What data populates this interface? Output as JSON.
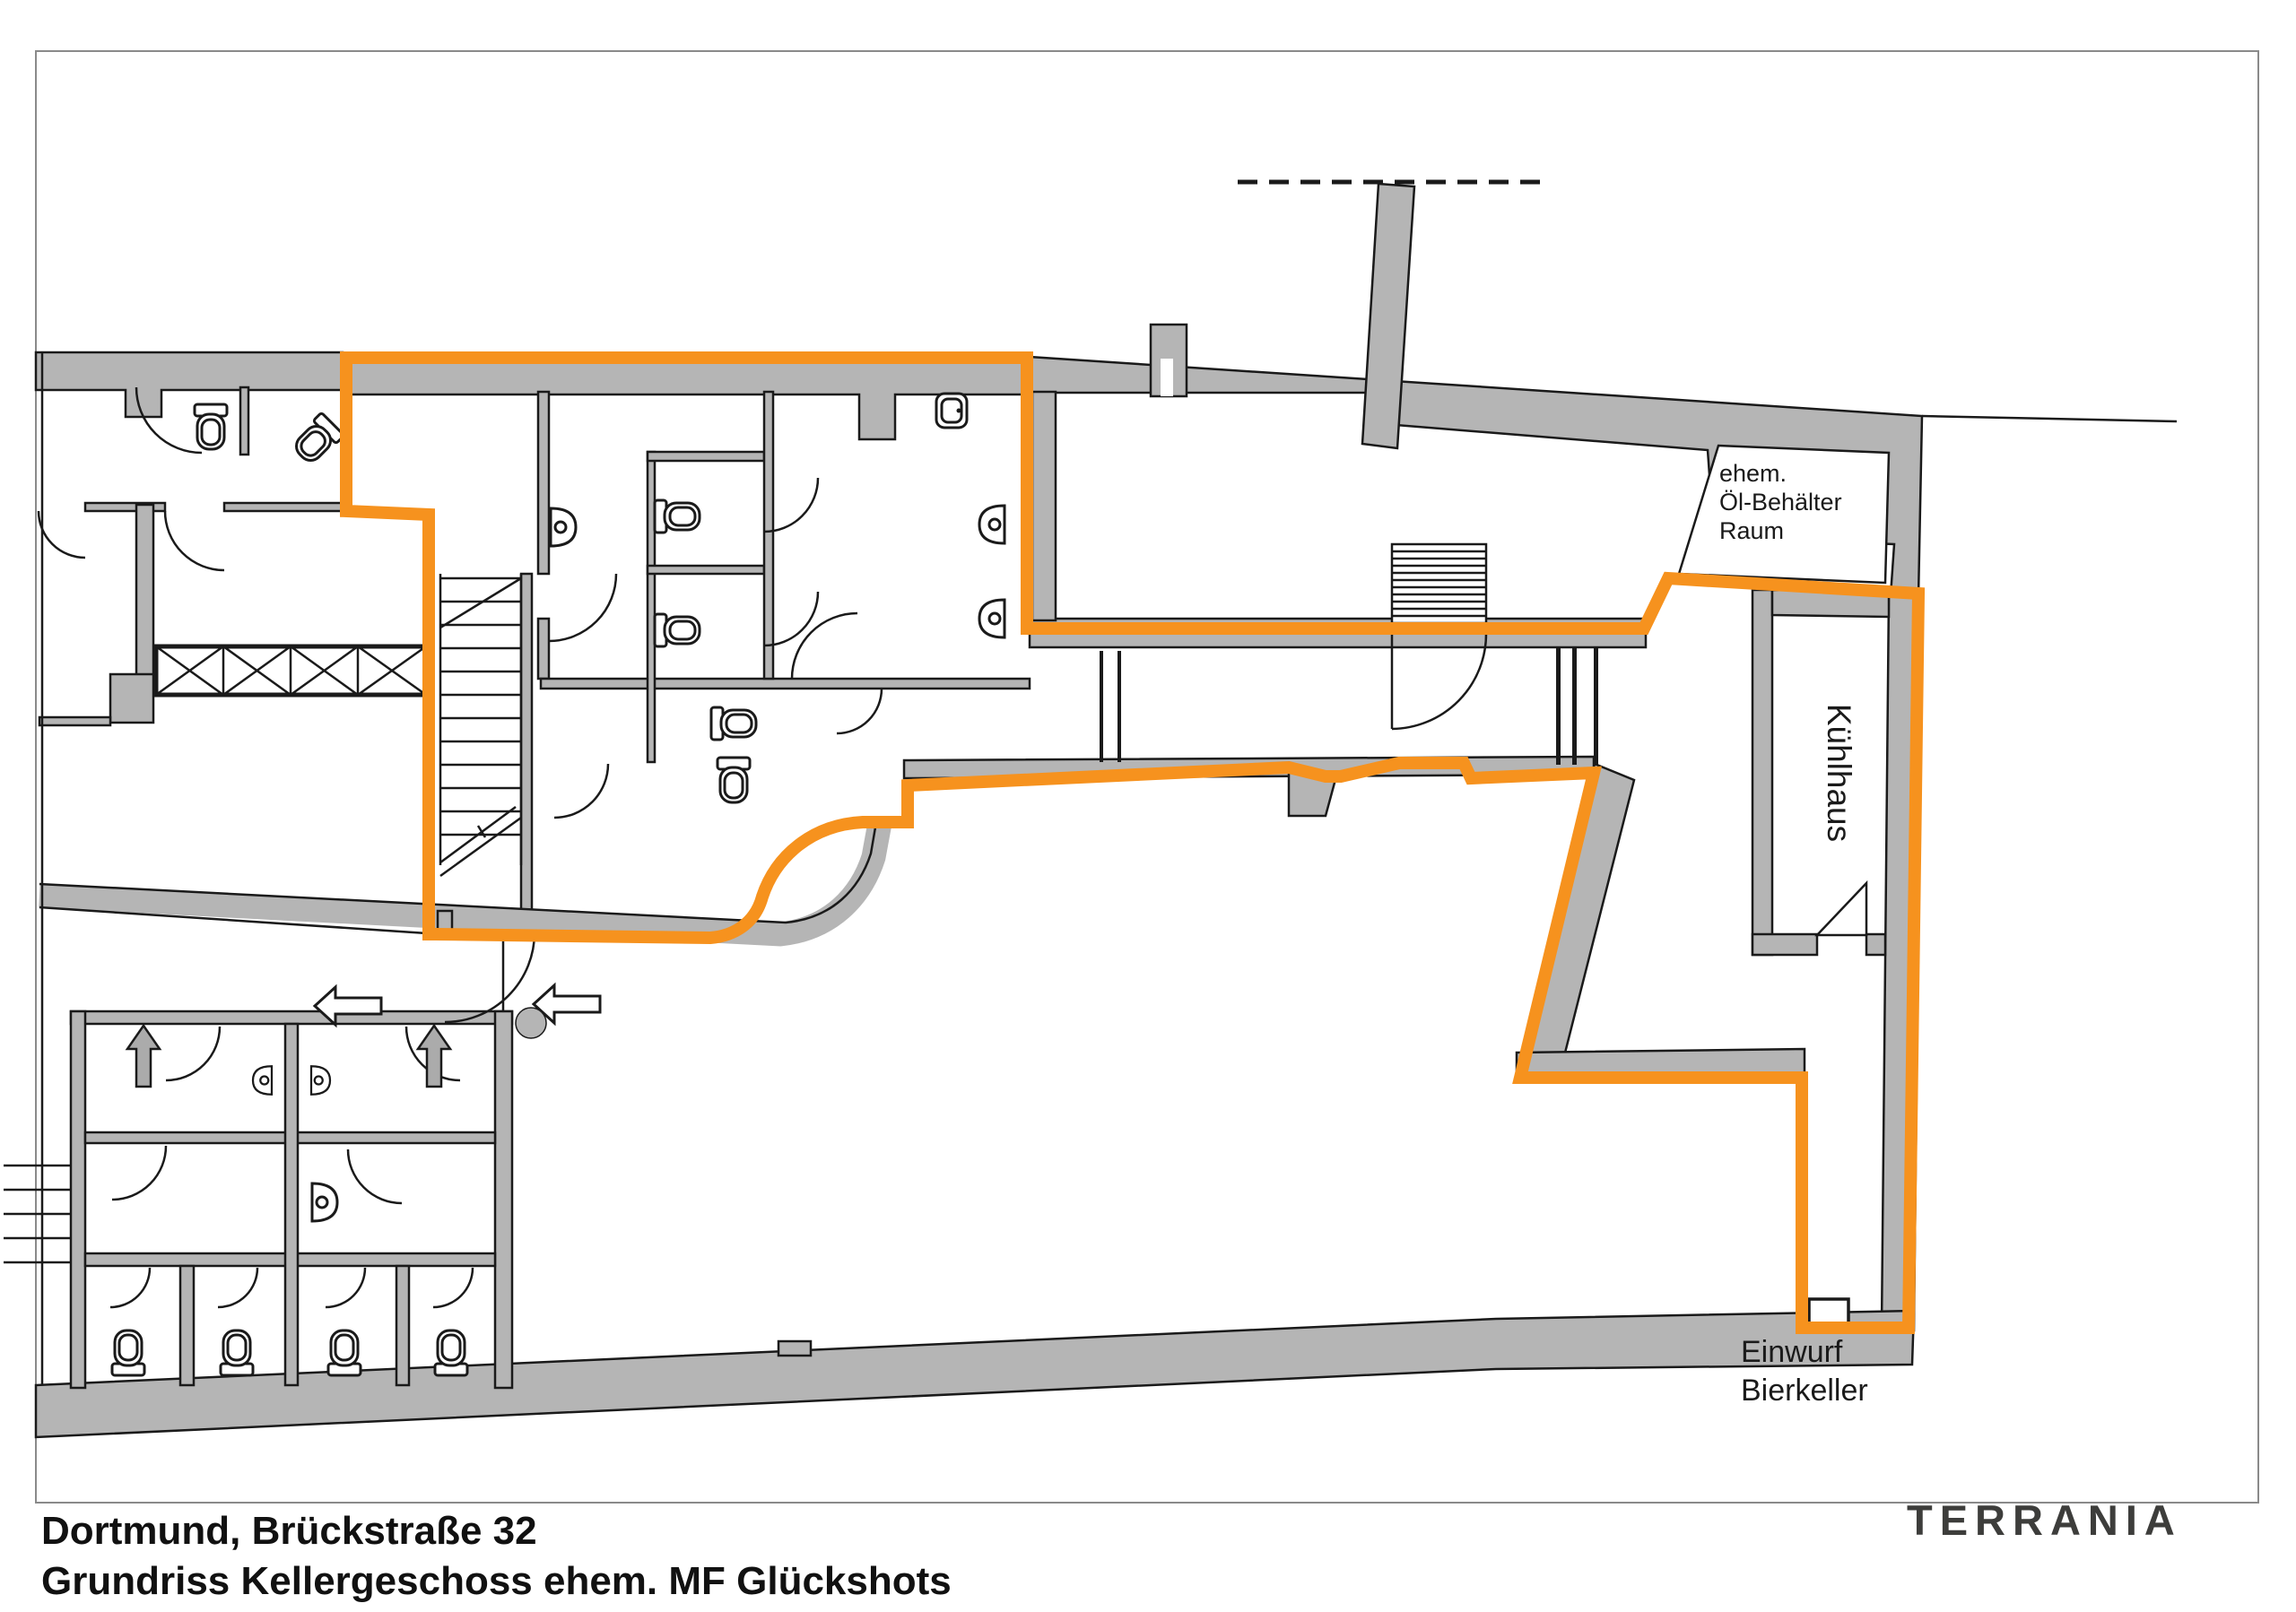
{
  "plan": {
    "labels": {
      "oil_room": [
        "ehem.",
        "Öl-Behälter",
        "Raum"
      ],
      "cold_storage": "Kühlhaus",
      "beer_chute": [
        "Einwurf",
        "Bierkeller"
      ]
    }
  },
  "title_block": {
    "address": "Dortmund, Brückstraße 32",
    "drawing": "Grundriss Kellergeschoss ehem. MF Glückshots"
  },
  "brand": {
    "name": "TERRANIA"
  },
  "colors": {
    "demise_orange": "#F6921E",
    "wall_gray": "#B5B5B5",
    "line_black": "#1A1A1A",
    "logo_gray": "#3D3D3B"
  }
}
